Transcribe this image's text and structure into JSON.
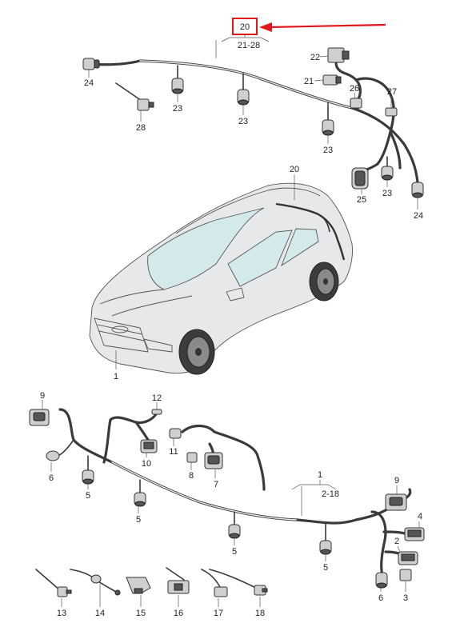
{
  "callouts": {
    "top_main": "20",
    "top_range": "21-28",
    "car_harness": "20",
    "car_body": "1",
    "bottom_main": "1",
    "bottom_range": "2-18"
  },
  "top_labels": {
    "n22": "22",
    "n21": "21",
    "n26": "26",
    "n27": "27",
    "n24a": "24",
    "n28": "28",
    "n23a": "23",
    "n23b": "23",
    "n23c": "23",
    "n25": "25",
    "n23d": "23",
    "n24b": "24"
  },
  "bottom_labels": {
    "n9a": "9",
    "n12": "12",
    "n6a": "6",
    "n10": "10",
    "n11": "11",
    "n8": "8",
    "n7": "7",
    "n5a": "5",
    "n5b": "5",
    "n5c": "5",
    "n5d": "5",
    "n9b": "9",
    "n4": "4",
    "n2": "2",
    "n6b": "6",
    "n3": "3",
    "n13": "13",
    "n14": "14",
    "n15": "15",
    "n16": "16",
    "n17": "17",
    "n18": "18"
  },
  "colors": {
    "highlight": "#e0161b",
    "glass": "#d4e9ea",
    "line": "#3a3a3a"
  },
  "icons": {
    "pointer": "red-arrow-icon"
  }
}
